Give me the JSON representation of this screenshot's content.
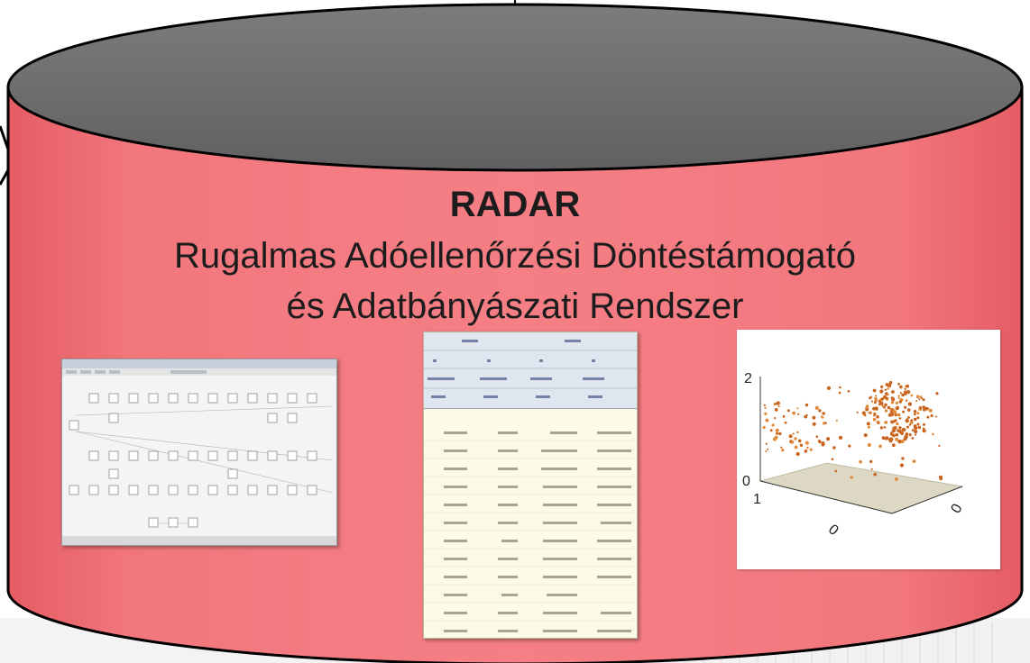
{
  "title": "RADAR",
  "subtitle_line1": "Rugalmas Adóellenőrzési Döntéstámogató",
  "subtitle_line2": "és Adatbányászati Rendszer",
  "colors": {
    "cylinder_top": "#6e6e6e",
    "cylinder_body": "#f47a80",
    "outline": "#000000"
  },
  "scatter_axis": {
    "y_max": "2",
    "y_min": "0",
    "x_left": "1",
    "x_right": "0",
    "depth": "0"
  }
}
